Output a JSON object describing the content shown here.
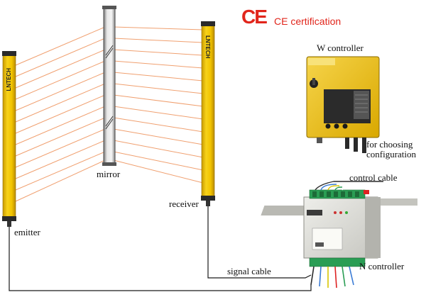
{
  "certification": {
    "mark": "CE",
    "label": "CE certification"
  },
  "labels": {
    "w_controller": "W controller",
    "for_choosing_line1": "for choosing",
    "for_choosing_line2": "configuration",
    "control_cable": "control cable",
    "mirror": "mirror",
    "receiver": "receiver",
    "emitter": "emitter",
    "signal_cable": "signal cable",
    "n_controller": "N controller"
  },
  "brand": {
    "name": "LNTECH"
  },
  "colors": {
    "bar_yellow": "#f2c400",
    "beam_orange": "#f0a070",
    "ce_red": "#e1251b",
    "device_grey": "#d8d8d4"
  }
}
